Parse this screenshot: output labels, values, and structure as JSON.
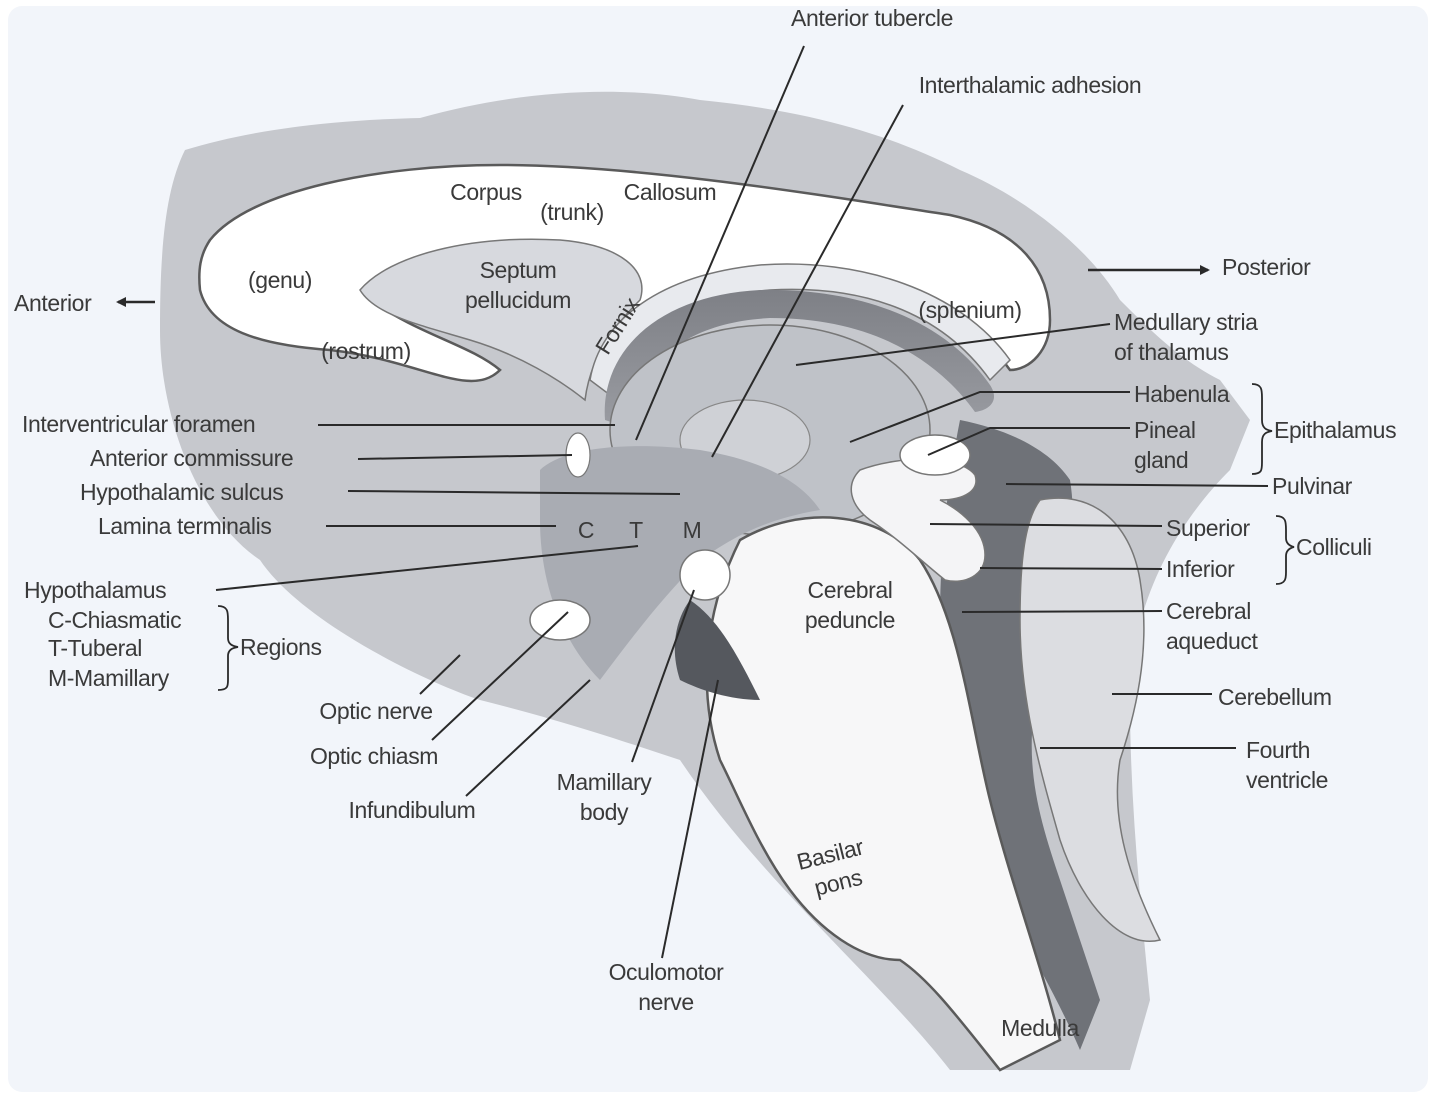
{
  "labels": {
    "anterior_tubercle": "Anterior tubercle",
    "interthalamic_adhesion": "Interthalamic adhesion",
    "corpus": "Corpus",
    "trunk": "(trunk)",
    "callosum": "Callosum",
    "posterior": "Posterior",
    "anterior": "Anterior",
    "genu": "(genu)",
    "septum": "Septum",
    "pellucidum": "pellucidum",
    "fornix": "Fornix",
    "splenium": "(splenium)",
    "medullary_stria": "Medullary stria",
    "of_thalamus": "of thalamus",
    "rostrum": "(rostrum)",
    "habenula": "Habenula",
    "pineal": "Pineal",
    "gland": "gland",
    "epithalamus": "Epithalamus",
    "interventricular_foramen": "Interventricular foramen",
    "anterior_commissure": "Anterior commissure",
    "hypothalamic_sulcus": "Hypothalamic sulcus",
    "pulvinar": "Pulvinar",
    "lamina_terminalis": "Lamina terminalis",
    "region_c": "C",
    "region_t": "T",
    "region_m": "M",
    "superior": "Superior",
    "colliculi": "Colliculi",
    "inferior": "Inferior",
    "hypothalamus": "Hypothalamus",
    "c_chiasmatic": "C-Chiasmatic",
    "t_tuberal": "T-Tuberal",
    "m_mamillary": "M-Mamillary",
    "regions": "Regions",
    "cerebral": "Cerebral",
    "peduncle": "peduncle",
    "cerebral_aq": "Cerebral",
    "aqueduct": "aqueduct",
    "cerebellum": "Cerebellum",
    "optic_nerve": "Optic nerve",
    "optic_chiasm": "Optic chiasm",
    "fourth": "Fourth",
    "ventricle": "ventricle",
    "infundibulum": "Infundibulum",
    "mamillary": "Mamillary",
    "body": "body",
    "basilar": "Basilar",
    "pons": "pons",
    "oculomotor": "Oculomotor",
    "nerve": "nerve",
    "medulla": "Medulla"
  }
}
